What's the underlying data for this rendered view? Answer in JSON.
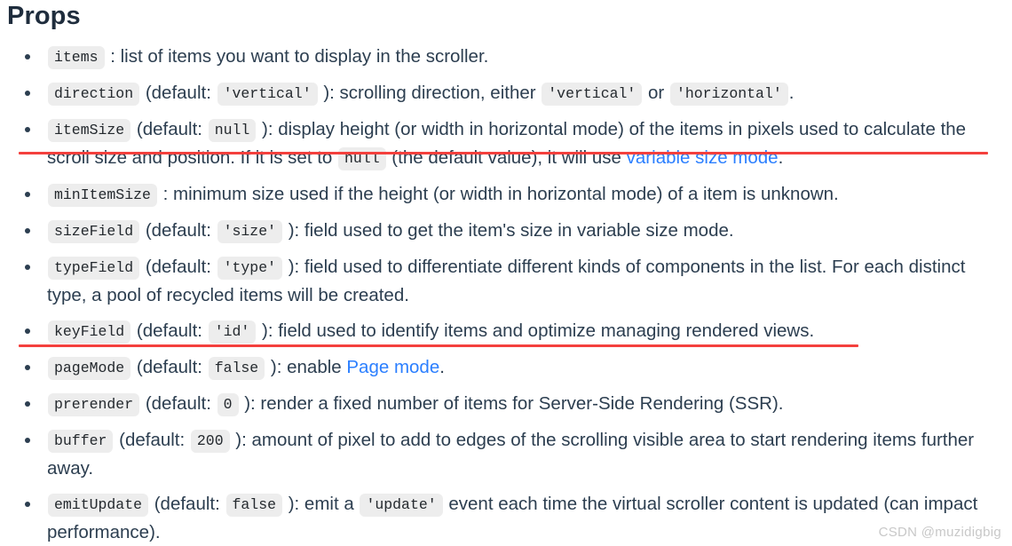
{
  "heading": "Props",
  "watermark": "CSDN @muzidigbig",
  "colors": {
    "link": "#2b7fff",
    "highlight_underline": "#f4403d",
    "chip_background": "#ededed",
    "body_text": "#2c3e50",
    "heading_text": "#1f2d3d",
    "watermark_text": "#c8c8c8"
  },
  "labels": {
    "default_open": "(default:",
    "default_close": "):",
    "colon": ":"
  },
  "props": [
    {
      "name": "items",
      "has_default": false,
      "default": null,
      "text_before": ": list of items you want to display in the scroller.",
      "highlighted": false
    },
    {
      "name": "direction",
      "has_default": true,
      "default": "'vertical'",
      "desc_1": " scrolling direction, either ",
      "inline_code_1": "'vertical'",
      "desc_2": " or ",
      "inline_code_2": "'horizontal'",
      "desc_3": ".",
      "highlighted": false
    },
    {
      "name": "itemSize",
      "has_default": true,
      "default": "null",
      "desc_1": " display height (or width in horizontal mode) of the items in pixels used to calculate the scroll size and position. If it is set to ",
      "inline_code_1": "null",
      "desc_2": " (the default value), it will use ",
      "link_text": "variable size mode",
      "desc_3": ".",
      "highlighted": true
    },
    {
      "name": "minItemSize",
      "has_default": false,
      "default": null,
      "text_before": ": minimum size used if the height (or width in horizontal mode) of a item is unknown.",
      "highlighted": false
    },
    {
      "name": "sizeField",
      "has_default": true,
      "default": "'size'",
      "desc_1": " field used to get the item's size in variable size mode.",
      "highlighted": false
    },
    {
      "name": "typeField",
      "has_default": true,
      "default": "'type'",
      "desc_1": " field used to differentiate different kinds of components in the list. For each distinct type, a pool of recycled items will be created.",
      "highlighted": false
    },
    {
      "name": "keyField",
      "has_default": true,
      "default": "'id'",
      "desc_1": " field used to identify items and optimize managing rendered views.",
      "highlighted": true
    },
    {
      "name": "pageMode",
      "has_default": true,
      "default": "false",
      "desc_1": " enable ",
      "link_text": "Page mode",
      "desc_3": ".",
      "highlighted": false
    },
    {
      "name": "prerender",
      "has_default": true,
      "default": "0",
      "desc_1": " render a fixed number of items for Server-Side Rendering (SSR).",
      "highlighted": false
    },
    {
      "name": "buffer",
      "has_default": true,
      "default": "200",
      "desc_1": " amount of pixel to add to edges of the scrolling visible area to start rendering items further away.",
      "highlighted": false
    },
    {
      "name": "emitUpdate",
      "has_default": true,
      "default": "false",
      "desc_1": " emit a ",
      "inline_code_1": "'update'",
      "desc_2": " event each time the virtual scroller content is updated (can impact performance).",
      "highlighted": false
    }
  ]
}
